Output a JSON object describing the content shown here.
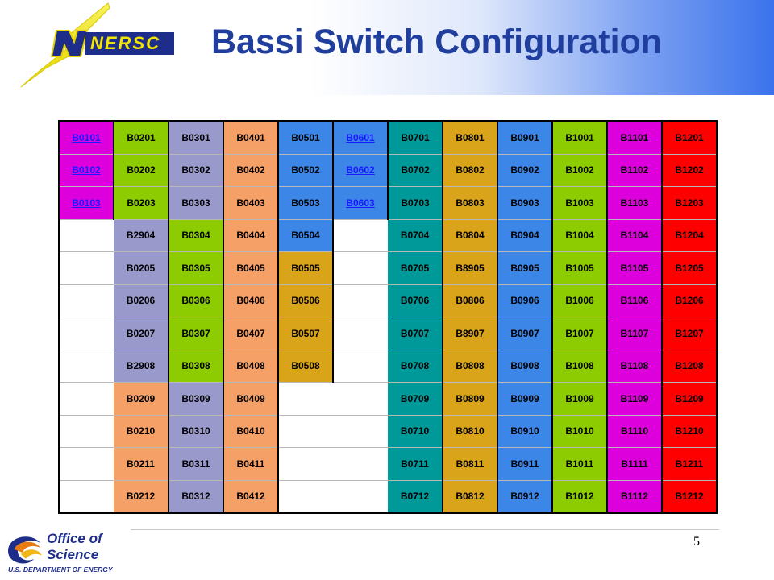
{
  "slide": {
    "title": "Bassi Switch Configuration",
    "page_number": "5"
  },
  "logos": {
    "nersc_text": "NERSC",
    "office_line1": "Office of",
    "office_line2": "Science",
    "office_line3": "U.S. DEPARTMENT OF ENERGY"
  },
  "colors": {
    "title": "#1f3e9e",
    "header_gradient_end": "#3a73ec",
    "magenta": "#dd00dd",
    "green": "#8ccc00",
    "lavender": "#9999cc",
    "peach": "#f5a066",
    "blue": "#3b86e6",
    "teal": "#009999",
    "gold": "#d9a31a",
    "red": "#ff0000",
    "link": "#1a1aff"
  },
  "table": {
    "rows": [
      [
        "B0101",
        "B0201",
        "B0301",
        "B0401",
        "B0501",
        "B0601",
        "B0701",
        "B0801",
        "B0901",
        "B1001",
        "B1101",
        "B1201"
      ],
      [
        "B0102",
        "B0202",
        "B0302",
        "B0402",
        "B0502",
        "B0602",
        "B0702",
        "B0802",
        "B0902",
        "B1002",
        "B1102",
        "B1202"
      ],
      [
        "B0103",
        "B0203",
        "B0303",
        "B0403",
        "B0503",
        "B0603",
        "B0703",
        "B0803",
        "B0903",
        "B1003",
        "B1103",
        "B1203"
      ],
      [
        "",
        "B2904",
        "B0304",
        "B0404",
        "B0504",
        "",
        "B0704",
        "B0804",
        "B0904",
        "B1004",
        "B1104",
        "B1204"
      ],
      [
        "",
        "B0205",
        "B0305",
        "B0405",
        "B0505",
        "",
        "B0705",
        "B8905",
        "B0905",
        "B1005",
        "B1105",
        "B1205"
      ],
      [
        "",
        "B0206",
        "B0306",
        "B0406",
        "B0506",
        "",
        "B0706",
        "B0806",
        "B0906",
        "B1006",
        "B1106",
        "B1206"
      ],
      [
        "",
        "B0207",
        "B0307",
        "B0407",
        "B0507",
        "",
        "B0707",
        "B8907",
        "B0907",
        "B1007",
        "B1107",
        "B1207"
      ],
      [
        "",
        "B2908",
        "B0308",
        "B0408",
        "B0508",
        "",
        "B0708",
        "B0808",
        "B0908",
        "B1008",
        "B1108",
        "B1208"
      ],
      [
        "",
        "B0209",
        "B0309",
        "B0409",
        "",
        "",
        "B0709",
        "B0809",
        "B0909",
        "B1009",
        "B1109",
        "B1209"
      ],
      [
        "",
        "B0210",
        "B0310",
        "B0410",
        "",
        "",
        "B0710",
        "B0810",
        "B0910",
        "B1010",
        "B1110",
        "B1210"
      ],
      [
        "",
        "B0211",
        "B0311",
        "B0411",
        "",
        "",
        "B0711",
        "B0811",
        "B0911",
        "B1011",
        "B1111",
        "B1211"
      ],
      [
        "",
        "B0212",
        "B0312",
        "B0412",
        "",
        "",
        "B0712",
        "B0812",
        "B0912",
        "B1012",
        "B1112",
        "B1212"
      ]
    ],
    "cell_colors": [
      [
        "magenta",
        "green",
        "lavender",
        "peach",
        "blue",
        "blue",
        "teal",
        "gold",
        "blue",
        "green",
        "magenta",
        "red"
      ],
      [
        "magenta",
        "green",
        "lavender",
        "peach",
        "blue",
        "blue",
        "teal",
        "gold",
        "blue",
        "green",
        "magenta",
        "red"
      ],
      [
        "magenta",
        "green",
        "lavender",
        "peach",
        "blue",
        "blue",
        "teal",
        "gold",
        "blue",
        "green",
        "magenta",
        "red"
      ],
      [
        "white",
        "lavender",
        "green",
        "peach",
        "blue",
        "white",
        "teal",
        "gold",
        "blue",
        "green",
        "magenta",
        "red"
      ],
      [
        "white",
        "lavender",
        "green",
        "peach",
        "gold",
        "white",
        "teal",
        "gold",
        "blue",
        "green",
        "magenta",
        "red"
      ],
      [
        "white",
        "lavender",
        "green",
        "peach",
        "gold",
        "white",
        "teal",
        "gold",
        "blue",
        "green",
        "magenta",
        "red"
      ],
      [
        "white",
        "lavender",
        "green",
        "peach",
        "gold",
        "white",
        "teal",
        "gold",
        "blue",
        "green",
        "magenta",
        "red"
      ],
      [
        "white",
        "lavender",
        "green",
        "peach",
        "gold",
        "white",
        "teal",
        "gold",
        "blue",
        "green",
        "magenta",
        "red"
      ],
      [
        "white",
        "peach",
        "lavender",
        "peach",
        "white",
        "white",
        "teal",
        "gold",
        "blue",
        "green",
        "magenta",
        "red"
      ],
      [
        "white",
        "peach",
        "lavender",
        "peach",
        "white",
        "white",
        "teal",
        "gold",
        "blue",
        "green",
        "magenta",
        "red"
      ],
      [
        "white",
        "peach",
        "lavender",
        "peach",
        "white",
        "white",
        "teal",
        "gold",
        "blue",
        "green",
        "magenta",
        "red"
      ],
      [
        "white",
        "peach",
        "lavender",
        "peach",
        "white",
        "white",
        "teal",
        "gold",
        "blue",
        "green",
        "magenta",
        "red"
      ]
    ],
    "linked_cells": [
      "B0101",
      "B0102",
      "B0103",
      "B0601",
      "B0602",
      "B0603"
    ]
  }
}
